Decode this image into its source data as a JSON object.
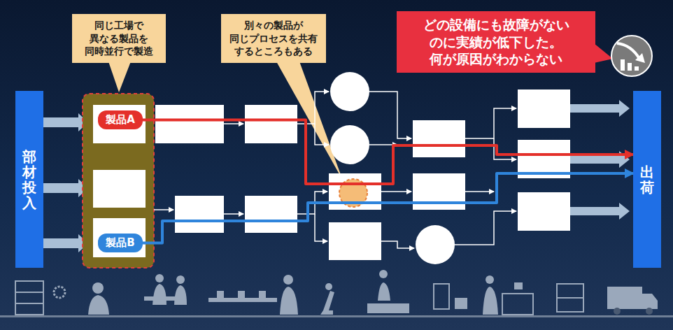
{
  "diagram": {
    "nodes": [
      {
        "text": [
          "同じ工場で 異なる製品を 同時並行で製造"
        ]
      },
      {
        "text": [
          "別々の製品が 同じプロセスを共有 するところもある"
        ]
      },
      {
        "text": [
          "どの設備にも故障がない のに実績が低下した。 何が原因がわからない"
        ]
      },
      {
        "text": [
          "部材投入"
        ]
      },
      {
        "text": [
          "製品A"
        ]
      },
      {
        "text": [
          "製品B"
        ]
      },
      {
        "text": [
          "出荷"
        ]
      }
    ],
    "edges": [
      {
        "from": 4,
        "to": 6,
        "arrow": "to"
      },
      {
        "from": 5,
        "to": 6,
        "arrow": "to"
      }
    ]
  }
}
